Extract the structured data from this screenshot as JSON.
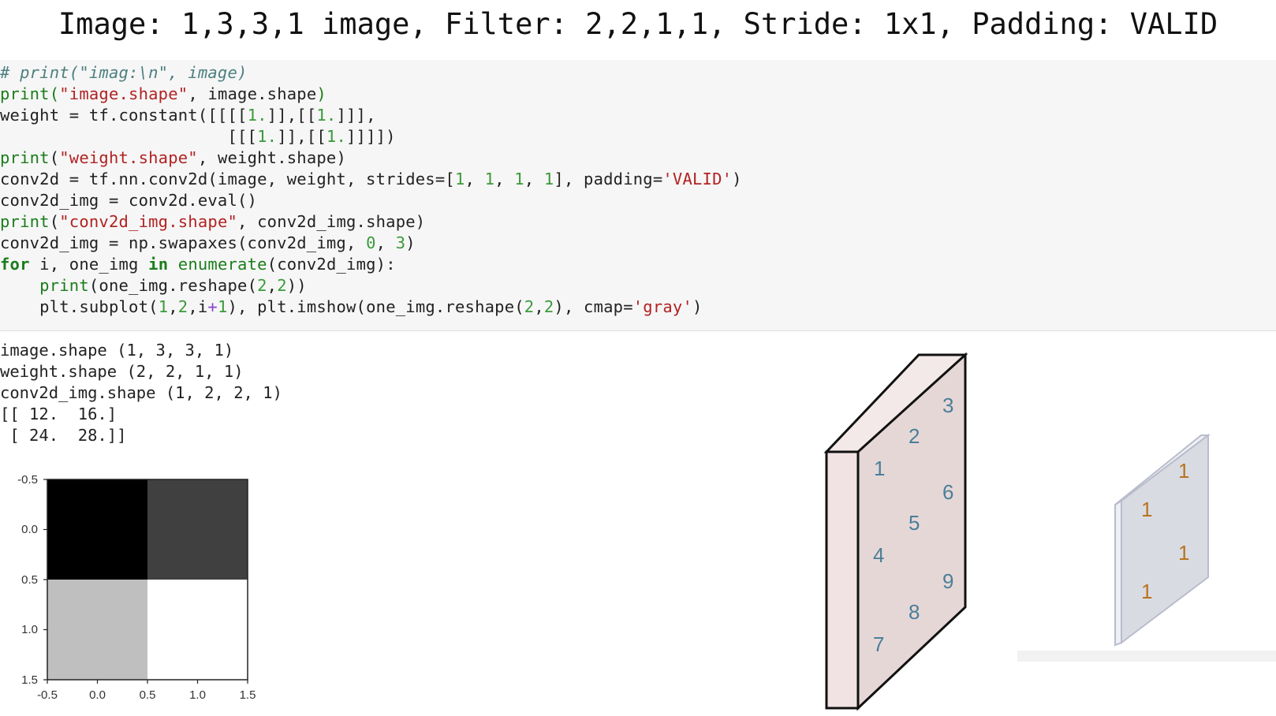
{
  "title": "Image: 1,3,3,1 image, Filter: 2,2,1,1, Stride: 1x1, Padding: VALID",
  "code": {
    "l1": "# print(\"imag:\\n\", image)",
    "l2_fn": "print",
    "l2_p1": "(",
    "l2_str": "\"image.shape\"",
    "l2_rest": ", image.shape",
    "l2_p2": ")",
    "l3_a": "weight = tf.constant([[[[",
    "l3_n1": "1.",
    "l3_b": "]],[[",
    "l3_n2": "1.",
    "l3_c": "]]],",
    "l4_a": "                       [[[",
    "l4_n1": "1.",
    "l4_b": "]],[[",
    "l4_n2": "1.",
    "l4_c": "]]]])",
    "l5_fn": "print",
    "l5_a": "(",
    "l5_str": "\"weight.shape\"",
    "l5_b": ", weight.shape)",
    "l6_a": "conv2d = tf.nn.conv2d(image, weight, strides=[",
    "l6_n1": "1",
    "l6_s1": ", ",
    "l6_n2": "1",
    "l6_s2": ", ",
    "l6_n3": "1",
    "l6_s3": ", ",
    "l6_n4": "1",
    "l6_b": "], padding=",
    "l6_str": "'VALID'",
    "l6_c": ")",
    "l7": "conv2d_img = conv2d.eval()",
    "l8_fn": "print",
    "l8_a": "(",
    "l8_str": "\"conv2d_img.shape\"",
    "l8_b": ", conv2d_img.shape)",
    "l9_a": "conv2d_img = np.swapaxes(conv2d_img, ",
    "l9_n1": "0",
    "l9_s": ", ",
    "l9_n2": "3",
    "l9_b": ")",
    "l10_kw1": "for",
    "l10_a": " i, one_img ",
    "l10_kw2": "in",
    "l10_b": " ",
    "l10_fn": "enumerate",
    "l10_c": "(conv2d_img):",
    "l11_indent": "    ",
    "l11_fn": "print",
    "l11_a": "(one_img.reshape(",
    "l11_n1": "2",
    "l11_s": ",",
    "l11_n2": "2",
    "l11_b": "))",
    "l12_a": "    plt.subplot(",
    "l12_n1": "1",
    "l12_s1": ",",
    "l12_n2": "2",
    "l12_s2": ",i",
    "l12_op": "+",
    "l12_n3": "1",
    "l12_b": "), plt.imshow(one_img.reshape(",
    "l12_n4": "2",
    "l12_s3": ",",
    "l12_n5": "2",
    "l12_c": "), cmap=",
    "l12_str": "'gray'",
    "l12_d": ")"
  },
  "output": {
    "o1": "image.shape (1, 3, 3, 1)",
    "o2": "weight.shape (2, 2, 1, 1)",
    "o3": "conv2d_img.shape (1, 2, 2, 1)",
    "o4": "[[ 12.  16.]",
    "o5": " [ 24.  28.]]"
  },
  "plot": {
    "y_ticks": [
      "-0.5",
      "0.0",
      "0.5",
      "1.0",
      "1.5"
    ],
    "x_ticks": [
      "-0.5",
      "0.0",
      "0.5",
      "1.0",
      "1.5"
    ],
    "values": [
      [
        12,
        16
      ],
      [
        24,
        28
      ]
    ],
    "cell_colors": [
      "#000000",
      "#404040",
      "#bfbfbf",
      "#ffffff"
    ]
  },
  "image_block": {
    "digits": [
      "1",
      "2",
      "3",
      "4",
      "5",
      "6",
      "7",
      "8",
      "9"
    ],
    "digit_color": "#4a7f99",
    "face_color": "#e6d7d7"
  },
  "filter_block": {
    "digits": [
      "1",
      "1",
      "1",
      "1"
    ],
    "digit_color": "#b8741f",
    "face_color": "#d9dbe3"
  }
}
